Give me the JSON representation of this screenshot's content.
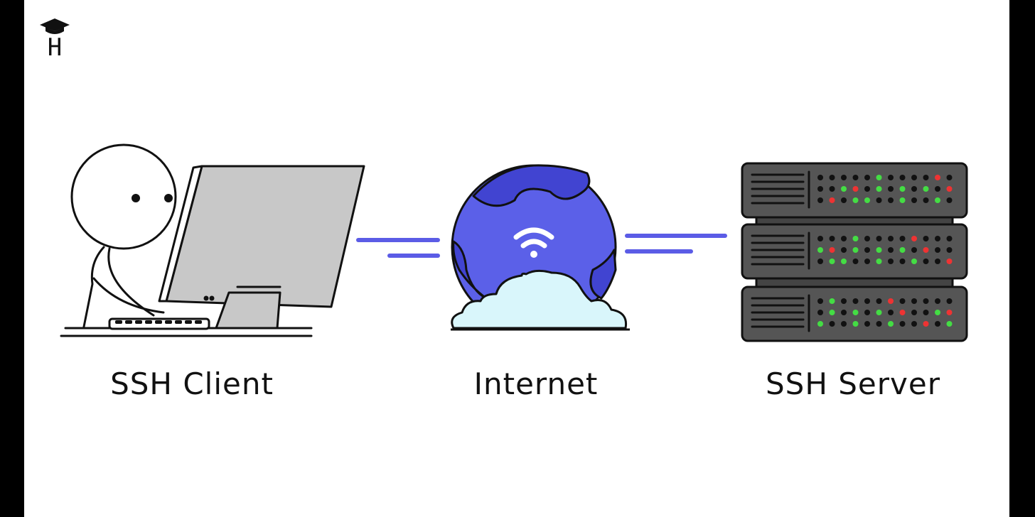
{
  "labels": {
    "client": "SSH Client",
    "internet": "Internet",
    "server": "SSH Server"
  },
  "logo": {
    "icon": "graduation-cap-h-icon",
    "letter": "H"
  },
  "icons": {
    "client": "person-at-computer-icon",
    "internet": "globe-wifi-cloud-icon",
    "server": "server-rack-icon"
  },
  "colors": {
    "accent": "#5b5ce6",
    "globe": "#5b60e8",
    "globe_land": "#4144d1",
    "cloud": "#d9f6fb",
    "monitor": "#c8c8c8",
    "server_body": "#555555",
    "led_green": "#44dd44",
    "led_red": "#ee3333"
  }
}
